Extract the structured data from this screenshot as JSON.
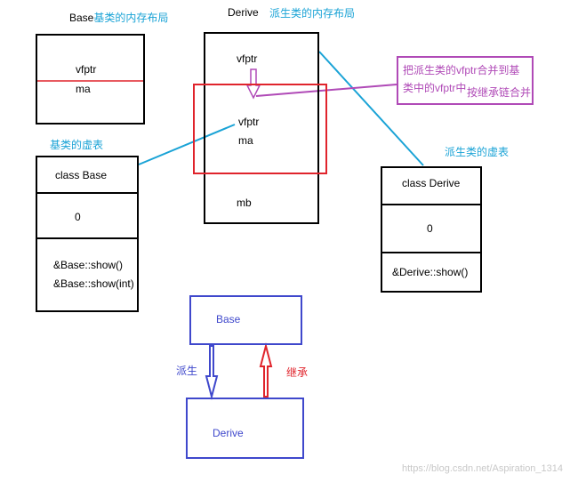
{
  "base_layout": {
    "title_prefix": "Base",
    "title_suffix": "基类的内存布局",
    "vfptr": "vfptr",
    "ma": "ma"
  },
  "base_vtable": {
    "title": "基类的虚表",
    "class_name": "class Base",
    "offset": "0",
    "func1": "&Base::show()",
    "func2": "&Base::show(int)"
  },
  "derive_layout": {
    "title_prefix": "Derive",
    "title_suffix": "派生类的内存布局",
    "vfptr_top": "vfptr",
    "vfptr_inner": "vfptr",
    "ma": "ma",
    "mb": "mb"
  },
  "note": {
    "line1": "把派生类的vfptr合并到基",
    "line2": "类中的vfptr中",
    "line3": "按继承链合并"
  },
  "derive_vtable": {
    "title": "派生类的虚表",
    "class_name": "class Derive",
    "offset": "0",
    "func1": "&Derive::show()"
  },
  "inheritance": {
    "base_label": "Base",
    "derive_label": "Derive",
    "derive_arrow_label": "派生",
    "inherit_arrow_label": "继承"
  },
  "watermark": "https://blog.csdn.net/Aspiration_1314",
  "colors": {
    "black": "#000000",
    "red": "#e0242c",
    "cyan": "#1aa3d6",
    "purple": "#b04ab7",
    "blue": "#3f48cc",
    "watermark": "#c8c8c8"
  }
}
